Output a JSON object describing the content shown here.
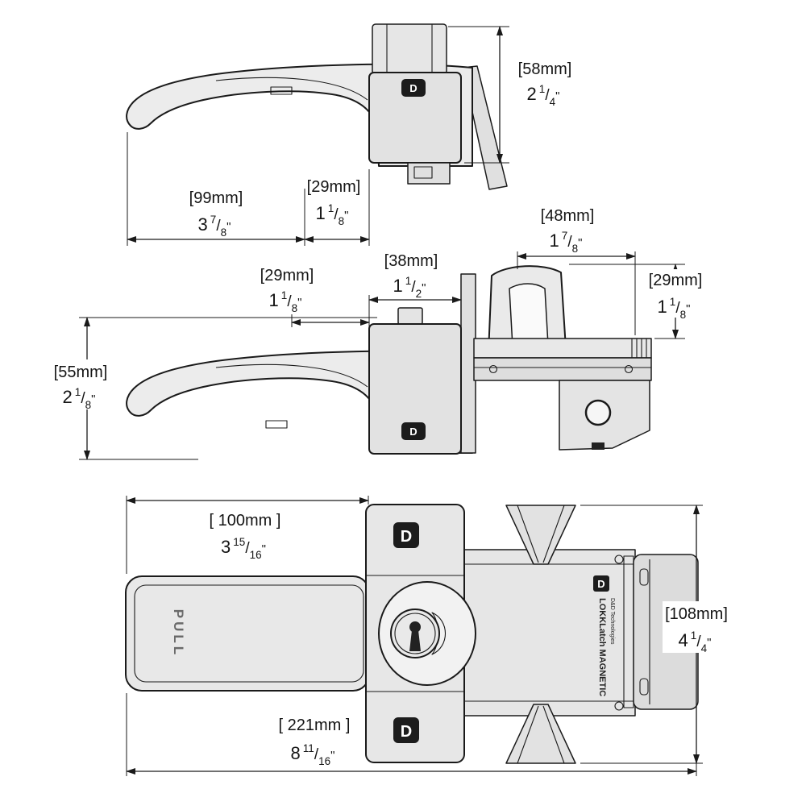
{
  "labels": {
    "pull": "PULL",
    "brand_name": "LOKKLatch MAGNETIC",
    "brand_company": "D&D Technologies",
    "logo_letter": "D",
    "inch_mark": "\"",
    "frac_slash": "/"
  },
  "colors": {
    "line": "#1a1a1a",
    "fill_light": "#ebebeb",
    "fill_mid": "#dedede",
    "background": "#ffffff"
  },
  "dims": {
    "d58": {
      "mm": "[58mm]",
      "inch_whole": "2",
      "inch_num": "1",
      "inch_den": "4"
    },
    "d99": {
      "mm": "[99mm]",
      "inch_whole": "3",
      "inch_num": "7",
      "inch_den": "8"
    },
    "d29a": {
      "mm": "[29mm]",
      "inch_whole": "1",
      "inch_num": "1",
      "inch_den": "8"
    },
    "d38": {
      "mm": "[38mm]",
      "inch_whole": "1",
      "inch_num": "1",
      "inch_den": "2"
    },
    "d29b": {
      "mm": "[29mm]",
      "inch_whole": "1",
      "inch_num": "1",
      "inch_den": "8"
    },
    "d48": {
      "mm": "[48mm]",
      "inch_whole": "1",
      "inch_num": "7",
      "inch_den": "8"
    },
    "d29c": {
      "mm": "[29mm]",
      "inch_whole": "1",
      "inch_num": "1",
      "inch_den": "8"
    },
    "d55": {
      "mm": "[55mm]",
      "inch_whole": "2",
      "inch_num": "1",
      "inch_den": "8"
    },
    "d100": {
      "mm": "[ 100mm ]",
      "inch_whole": "3",
      "inch_num": "15",
      "inch_den": "16"
    },
    "d108": {
      "mm": "[108mm]",
      "inch_whole": "4",
      "inch_num": "1",
      "inch_den": "4"
    },
    "d221": {
      "mm": "[ 221mm ]",
      "inch_whole": "8",
      "inch_num": "11",
      "inch_den": "16"
    }
  }
}
